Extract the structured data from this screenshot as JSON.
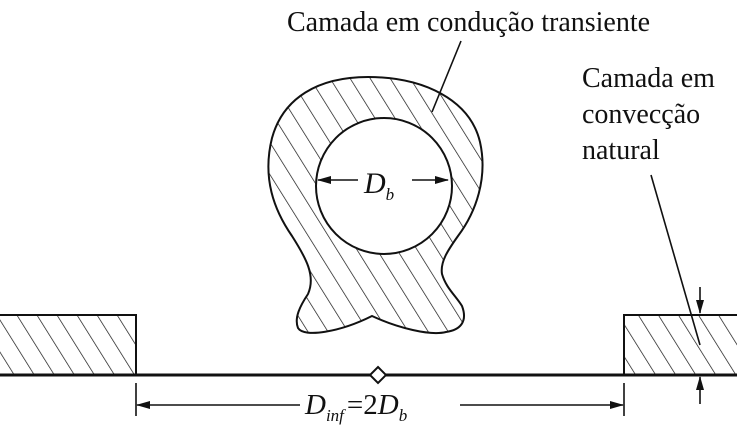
{
  "labels": {
    "transient_layer": "Camada em condução transiente",
    "natural_convection_line1": "Camada em",
    "natural_convection_line2": "convecção",
    "natural_convection_line3": "natural"
  },
  "bubble_diameter": {
    "symbol": "D",
    "subscript": "b"
  },
  "influence_diameter": {
    "symbol": "D",
    "subscript": "inf",
    "equals": "=2",
    "rhs_symbol": "D",
    "rhs_subscript": "b"
  },
  "colors": {
    "line": "#111111",
    "background": "#ffffff"
  }
}
